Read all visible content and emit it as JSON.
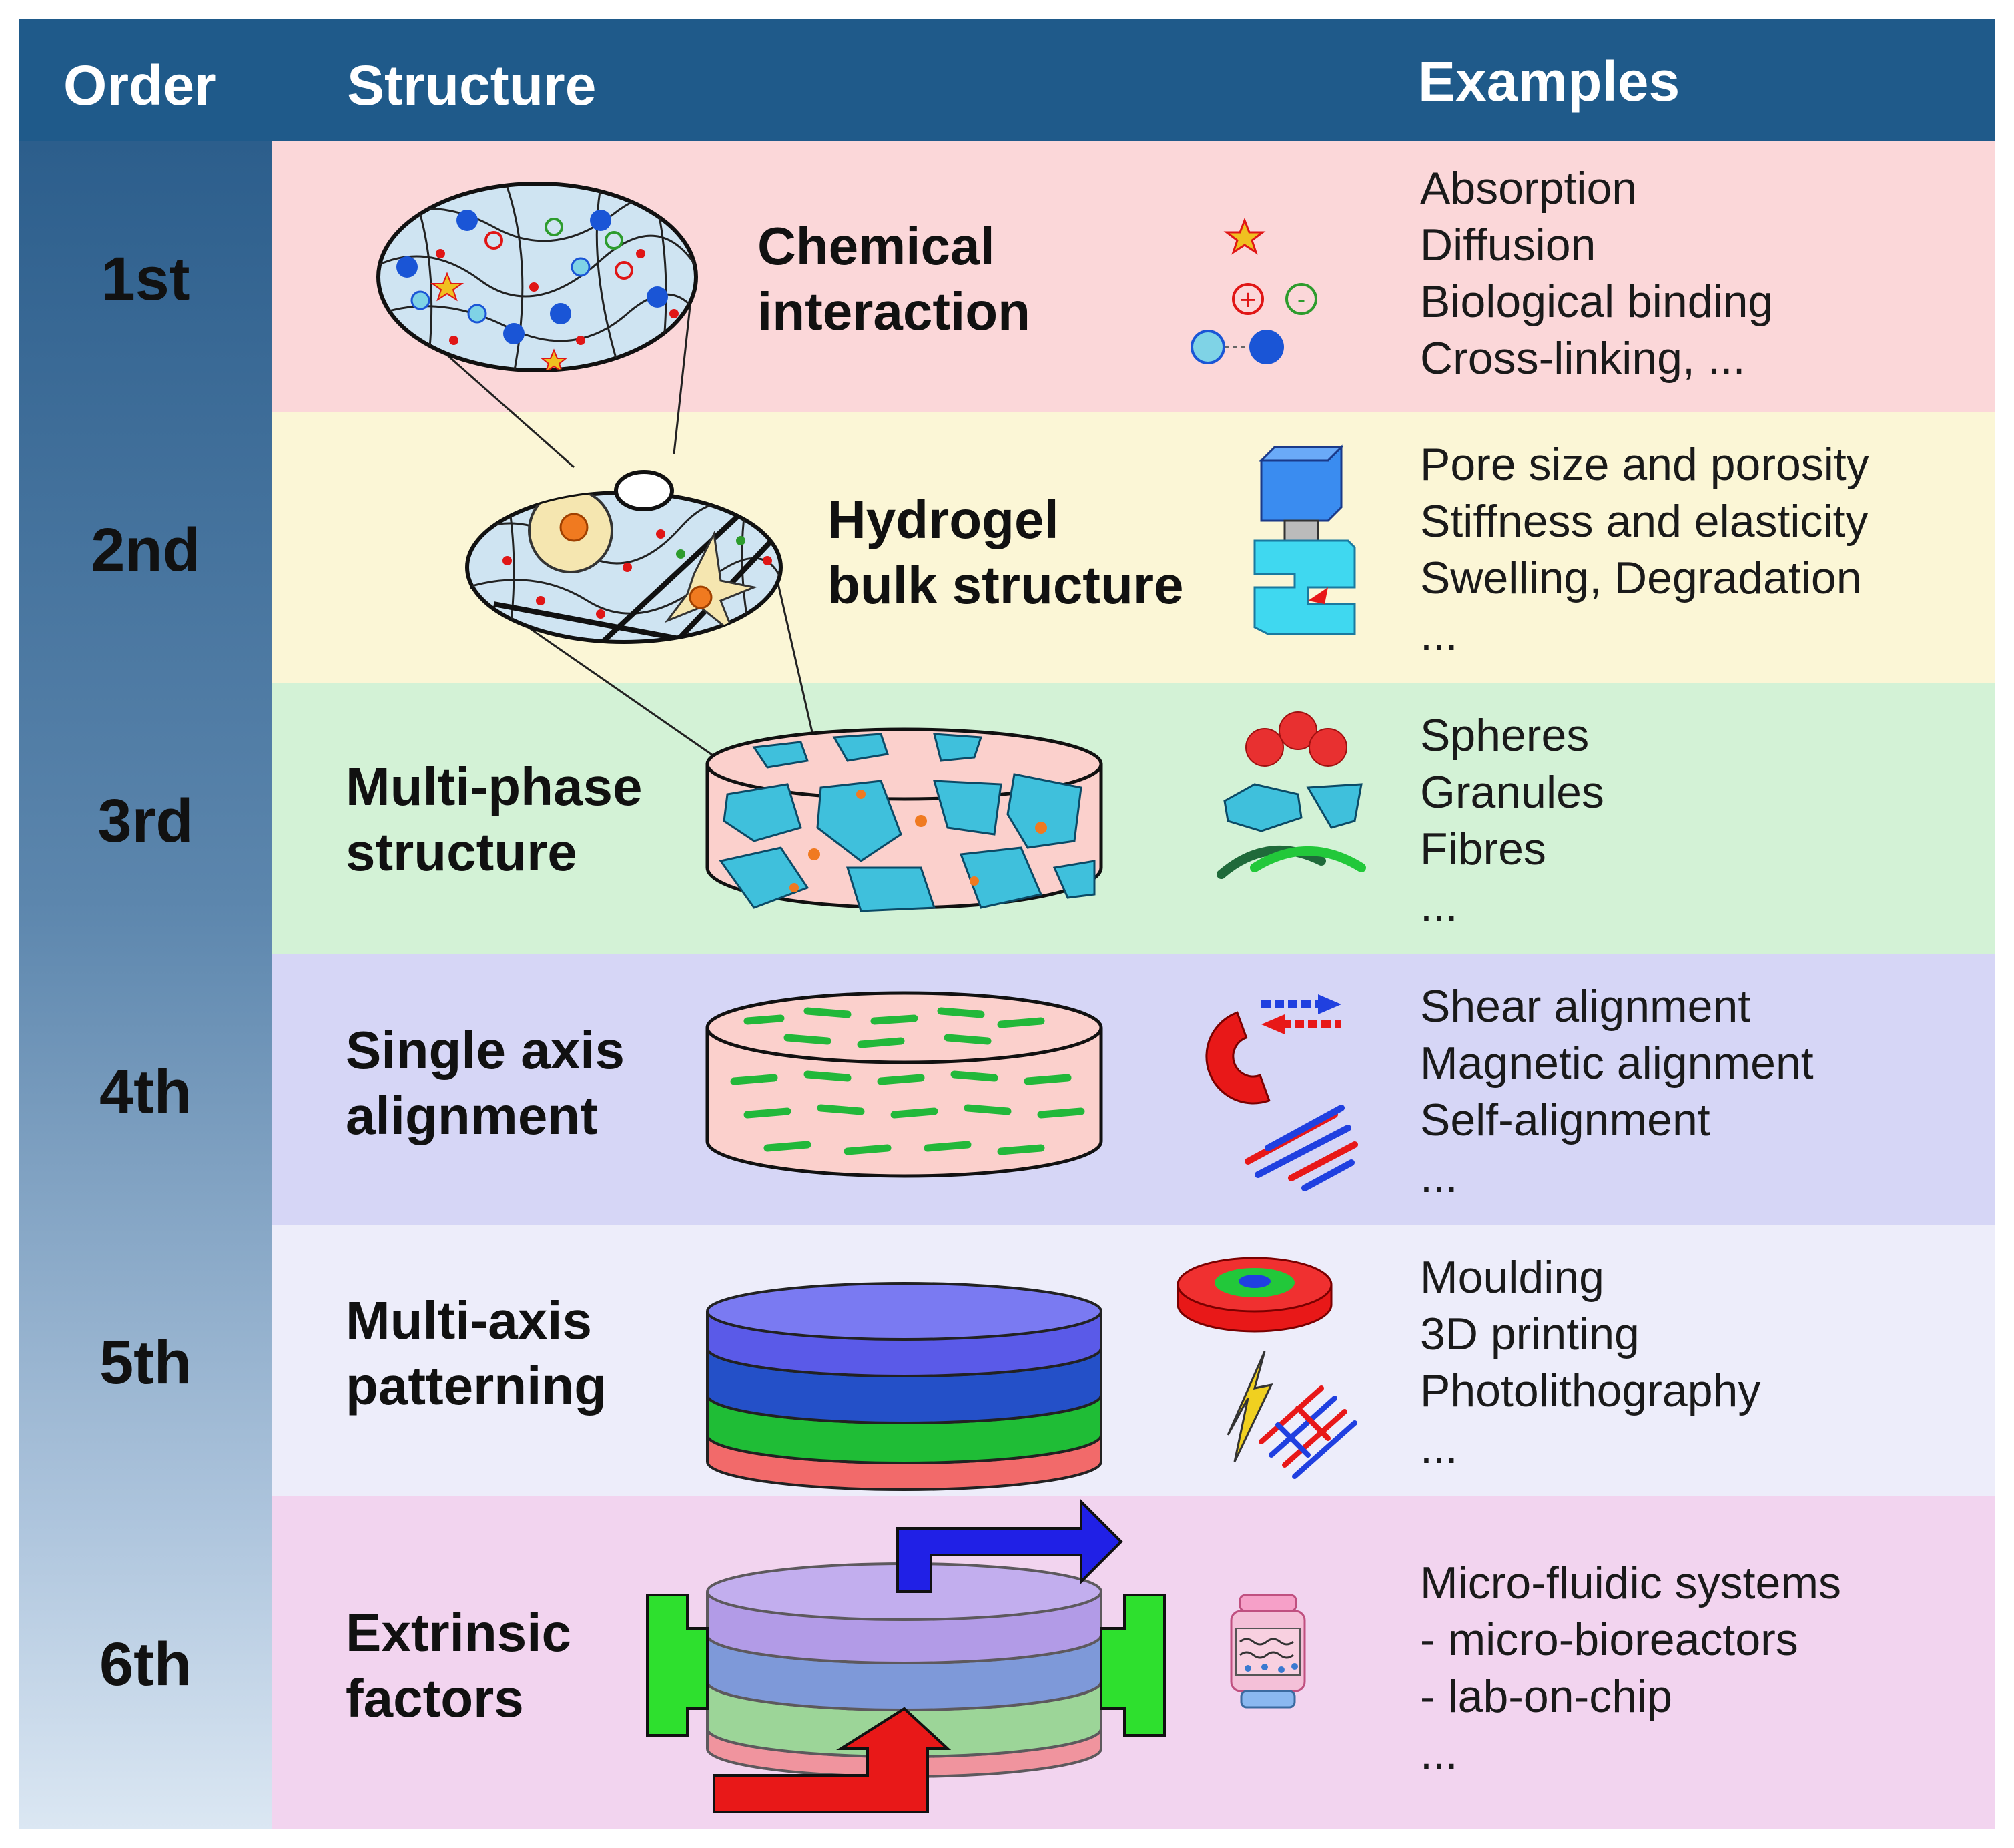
{
  "header": {
    "order": "Order",
    "structure": "Structure",
    "examples": "Examples"
  },
  "colors": {
    "header": "#1f5a8a",
    "row1": "#fbd7d9",
    "row2": "#fbf6d6",
    "row3": "#d3f2d6",
    "row4": "#d6d6f6",
    "row5": "#ededfa",
    "row6": "#f2d4ef"
  },
  "rows": [
    {
      "order": "1st",
      "structure": [
        "Chemical",
        "interaction"
      ],
      "examples": [
        "Absorption",
        "Diffusion",
        "Biological binding",
        "Cross-linking, ..."
      ]
    },
    {
      "order": "2nd",
      "structure": [
        "Hydrogel",
        "bulk structure"
      ],
      "examples": [
        "Pore size and porosity",
        "Stiffness and elasticity",
        "Swelling, Degradation",
        "..."
      ]
    },
    {
      "order": "3rd",
      "structure": [
        "Multi-phase",
        "structure"
      ],
      "examples": [
        "Spheres",
        "Granules",
        "Fibres",
        "..."
      ]
    },
    {
      "order": "4th",
      "structure": [
        "Single axis",
        "alignment"
      ],
      "examples": [
        "Shear alignment",
        "Magnetic alignment",
        "Self-alignment",
        "..."
      ]
    },
    {
      "order": "5th",
      "structure": [
        "Multi-axis",
        "patterning"
      ],
      "examples": [
        "Moulding",
        "3D printing",
        "Photolithography",
        "..."
      ]
    },
    {
      "order": "6th",
      "structure": [
        "Extrinsic",
        "factors"
      ],
      "examples": [
        "Micro-fluidic systems",
        "- micro-bioreactors",
        "- lab-on-chip",
        "..."
      ]
    }
  ]
}
